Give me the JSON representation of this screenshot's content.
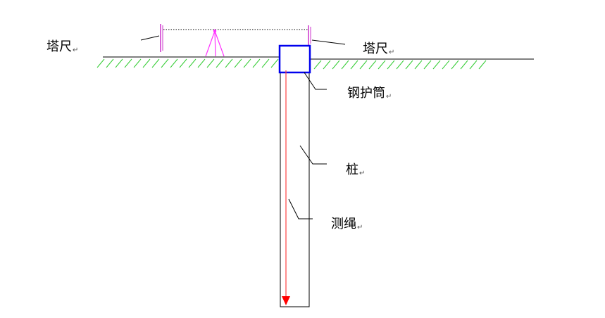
{
  "labels": {
    "staff_left": "塔尺",
    "staff_right": "塔尺",
    "casing": "钢护筒",
    "pile": "桩",
    "rope": "测绳"
  },
  "paragraph_mark": "↵",
  "colors": {
    "outline": "#000000",
    "ground_hatch": "#33cc33",
    "staff": "#cc33cc",
    "tripod": "#ff33ff",
    "casing": "#0000ee",
    "rope": "#ff0000"
  }
}
